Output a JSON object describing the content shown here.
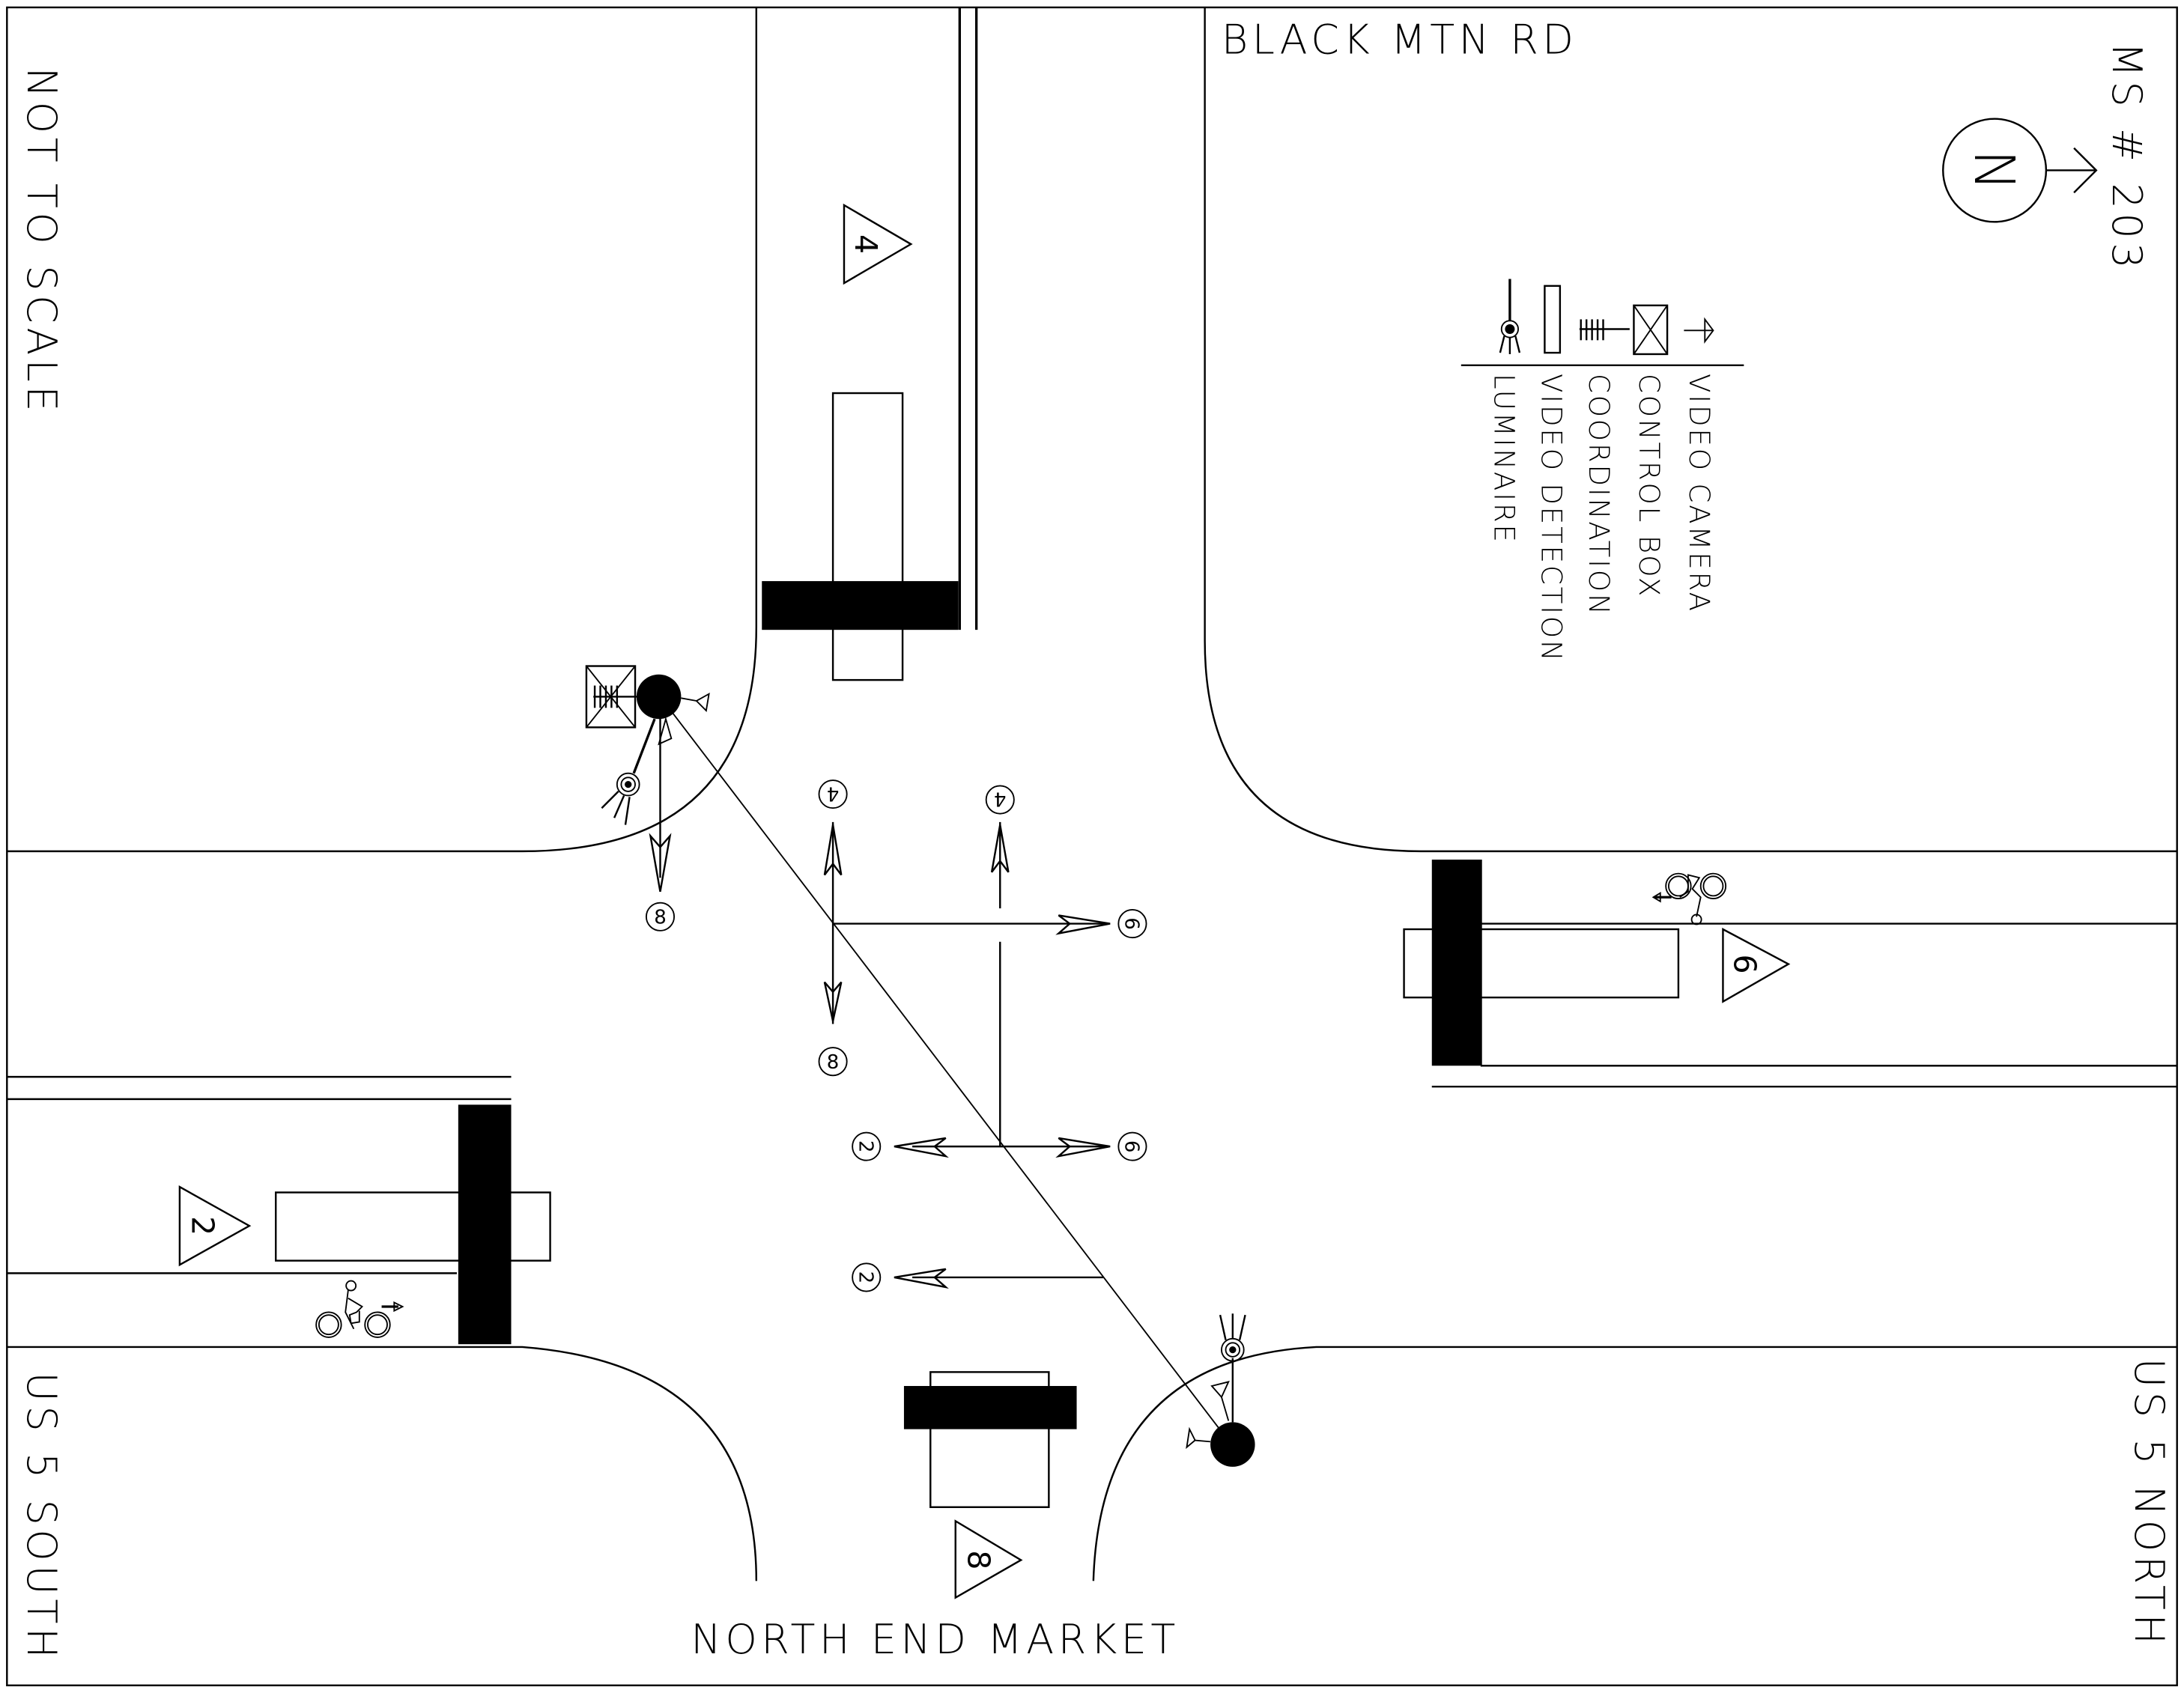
{
  "title": "MS # 203",
  "scale_note": "NOT TO SCALE",
  "north_arrow": {
    "letter": "N",
    "icon": "north-arrow-icon"
  },
  "streets": {
    "north": "BLACK MTN RD",
    "south": "NORTH END MARKET",
    "west": "US 5 SOUTH",
    "east": "US 5 NORTH"
  },
  "legend": {
    "items": [
      {
        "label": "VIDEO CAMERA",
        "icon": "video-camera-icon"
      },
      {
        "label": "CONTROL BOX",
        "icon": "control-box-icon"
      },
      {
        "label": "COORDINATION",
        "icon": "coordination-icon"
      },
      {
        "label": "VIDEO DETECTION",
        "icon": "video-detection-icon"
      },
      {
        "label": "LUMINAIRE",
        "icon": "luminaire-icon"
      }
    ]
  },
  "phase_triangles": [
    {
      "approach": "north",
      "phase": "4"
    },
    {
      "approach": "east",
      "phase": "6"
    },
    {
      "approach": "west",
      "phase": "2"
    },
    {
      "approach": "south",
      "phase": "8"
    }
  ],
  "signal_heads": [
    {
      "phase": "8",
      "position": "nw-pole"
    },
    {
      "phase": "4",
      "position": "mast-north-left"
    },
    {
      "phase": "4",
      "position": "mast-north-right"
    },
    {
      "phase": "6",
      "position": "mast-east-upper"
    },
    {
      "phase": "8",
      "position": "mast-south-left"
    },
    {
      "phase": "2",
      "position": "mast-west-mid"
    },
    {
      "phase": "6",
      "position": "mast-east-mid"
    },
    {
      "phase": "2",
      "position": "mast-west-lower"
    }
  ],
  "bike_lanes": [
    {
      "approach": "east",
      "direction": "westbound",
      "icon": "bicycle-icon"
    },
    {
      "approach": "west",
      "direction": "eastbound",
      "icon": "bicycle-icon"
    }
  ],
  "colors": {
    "ink": "#000000",
    "paper": "#ffffff"
  }
}
